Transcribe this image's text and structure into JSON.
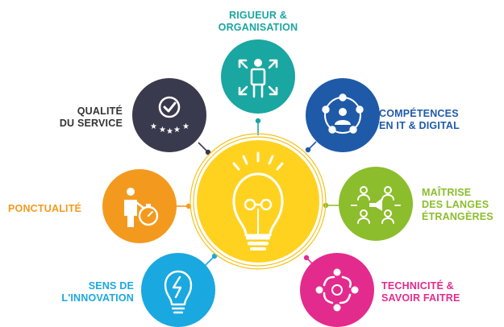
{
  "center": {
    "icon": "lightbulb-glasses-icon",
    "color": "#ffd21f",
    "ring_color": "#f6c21a"
  },
  "items": [
    {
      "key": "rigueur",
      "lines": [
        "RIGUEUR &",
        "ORGANISATION"
      ],
      "color": "#1aa6a1",
      "icon": "person-arrows-icon"
    },
    {
      "key": "competences",
      "lines": [
        "COMPÉTENCES",
        "EN IT & DIGITAL"
      ],
      "color": "#1f5aa8",
      "icon": "network-person-icon"
    },
    {
      "key": "maitrise",
      "lines": [
        "MAÎTRISE",
        "DES LANGES",
        "ÉTRANGÈRES"
      ],
      "color": "#8cbd2c",
      "icon": "people-megaphone-icon"
    },
    {
      "key": "technicite",
      "lines": [
        "TECHNICITÉ &",
        "SAVOIR FAITRE"
      ],
      "color": "#e32b8e",
      "icon": "teamwork-circle-icon"
    },
    {
      "key": "innovation",
      "lines": [
        "SENS DE",
        "L'INNOVATION"
      ],
      "color": "#1aa8e0",
      "icon": "bulb-lightning-icon"
    },
    {
      "key": "ponctualite",
      "lines": [
        "PONCTUALITÉ"
      ],
      "color": "#f39a1e",
      "icon": "person-stopwatch-icon"
    },
    {
      "key": "qualite",
      "lines": [
        "QUALITÉ",
        "DU SERVICE"
      ],
      "color": "#3a3a4e",
      "icon": "check-stars-icon"
    }
  ]
}
